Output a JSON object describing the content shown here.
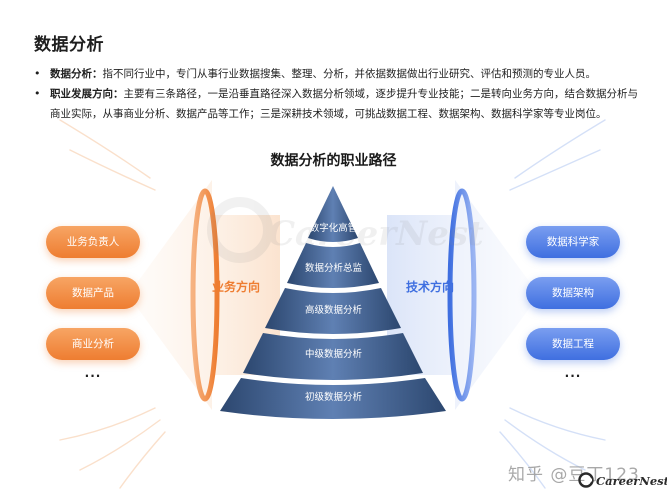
{
  "page": {
    "title": "数据分析",
    "bullets": [
      {
        "term": "数据分析：",
        "text": "指不同行业中，专门从事行业数据搜集、整理、分析，并依据数据做出行业研究、评估和预测的专业人员。"
      },
      {
        "term": "职业发展方向：",
        "text": "主要有三条路径，一是沿垂直路径深入数据分析领域，逐步提升专业技能；二是转向业务方向，结合数据分析与商业实际，从事商业分析、数据产品等工作；三是深耕技术领域，可挑战数据工程、数据架构、数据科学家等专业岗位。"
      }
    ]
  },
  "diagram": {
    "title": "数据分析的职业路径",
    "levels": [
      "数字化高管",
      "数据分析总监",
      "高级数据分析",
      "中级数据分析",
      "初级数据分析"
    ],
    "left": {
      "label": "业务方向",
      "roles": [
        "业务负责人",
        "数据产品",
        "商业分析"
      ],
      "more": "···"
    },
    "right": {
      "label": "技术方向",
      "roles": [
        "数据科学家",
        "数据架构",
        "数据工程"
      ],
      "more": "···"
    },
    "watermark": "CareerNest"
  },
  "footer": {
    "watermark": "知乎 @豆丁123",
    "brand": "CareerNest"
  },
  "colors": {
    "business": "#ee7d31",
    "tech": "#3f6fe0",
    "pyramid_dark": "#2f4a73",
    "pyramid_light": "#6f8fc0"
  },
  "icons": [
    "sun-burst-icon",
    "careernest-logo-icon"
  ]
}
